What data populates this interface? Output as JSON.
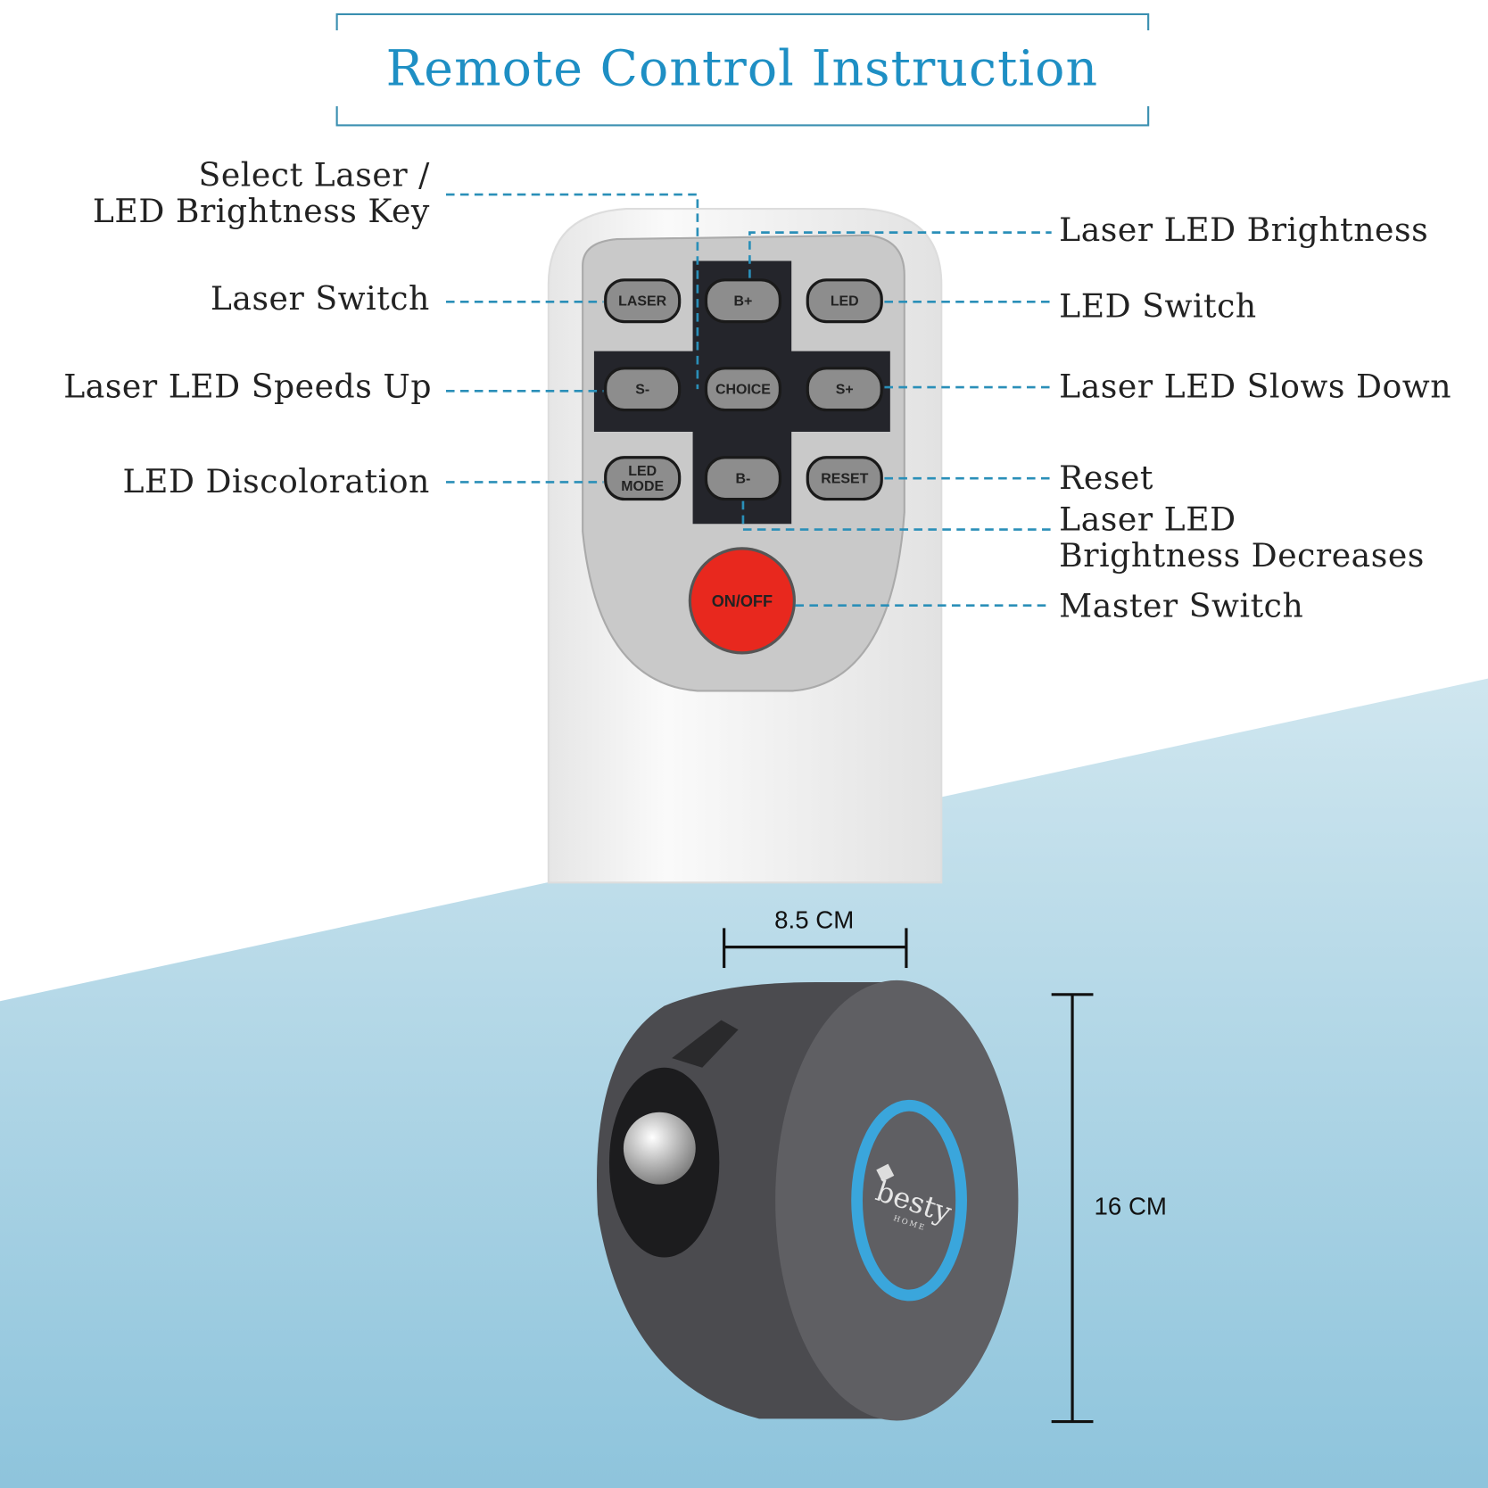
{
  "title": "Remote Control Instruction",
  "labels_left": {
    "select_laser": [
      "Select Laser /",
      "LED Brightness Key"
    ],
    "laser_switch": "Laser Switch",
    "speeds_up": "Laser LED Speeds Up",
    "discoloration": "LED Discoloration"
  },
  "labels_right": {
    "brightness": "Laser LED Brightness",
    "led_switch": "LED Switch",
    "slows_down": "Laser LED Slows Down",
    "reset": "Reset",
    "brightness_decreases": [
      "Laser LED",
      "Brightness Decreases"
    ],
    "master_switch": "Master Switch"
  },
  "buttons": {
    "laser": "LASER",
    "b_plus": "B+",
    "led": "LED",
    "s_minus": "S-",
    "choice": "CHOICE",
    "s_plus": "S+",
    "led_mode": [
      "LED",
      "MODE"
    ],
    "b_minus": "B-",
    "reset": "RESET",
    "on_off": "ON/OFF"
  },
  "dimensions": {
    "width": "8.5 CM",
    "height": "16 CM"
  },
  "logo": {
    "brand": "besty",
    "sub": "HOME"
  },
  "colors": {
    "accent": "#1e8fc4",
    "power": "#e8281e",
    "ring": "#3aa6dc"
  }
}
